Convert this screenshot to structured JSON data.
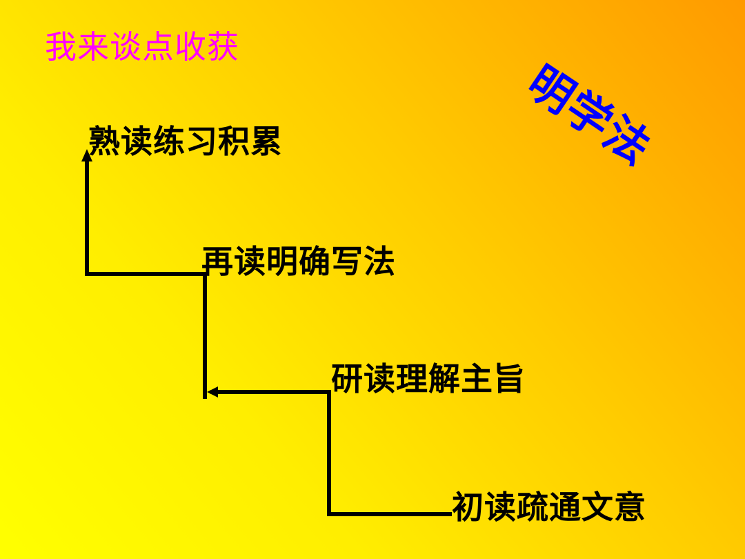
{
  "slide": {
    "subtitle": "我来谈点收获",
    "stamp": "明学法",
    "colors": {
      "subtitle": "#ff00ff",
      "stamp": "#0000ff",
      "steps": "#000000",
      "background_start": "#ffff00",
      "background_end": "#ff9a00"
    },
    "steps": [
      {
        "order": 4,
        "label": "熟读练习积累"
      },
      {
        "order": 3,
        "label": "再读明确写法"
      },
      {
        "order": 2,
        "label": "研读理解主旨"
      },
      {
        "order": 1,
        "label": "初读疏通文意"
      }
    ]
  }
}
